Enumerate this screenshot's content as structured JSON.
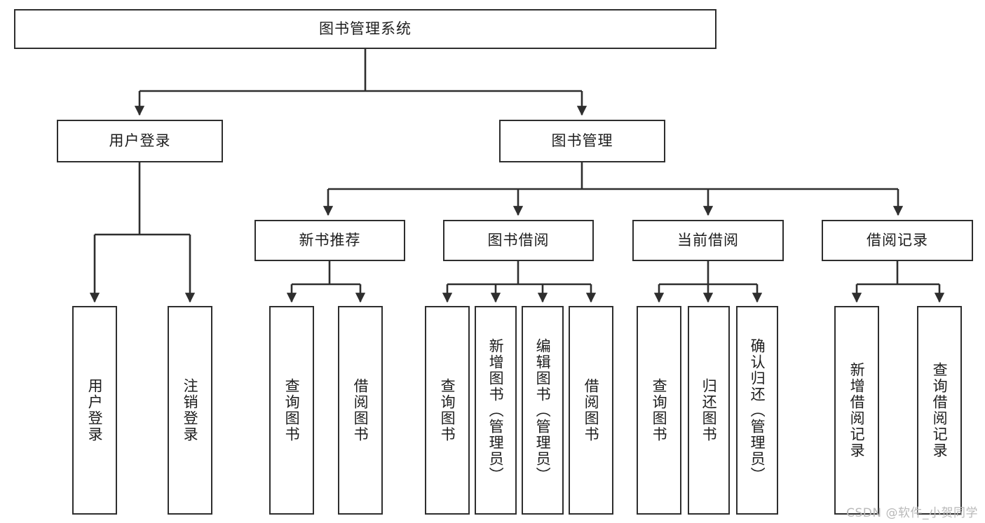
{
  "diagram": {
    "title": "图书管理系统",
    "type": "tree-hierarchy-chart",
    "root": {
      "label": "图书管理系统"
    },
    "level2": [
      {
        "label": "用户登录"
      },
      {
        "label": "图书管理"
      }
    ],
    "level3": [
      {
        "label": "新书推荐"
      },
      {
        "label": "图书借阅"
      },
      {
        "label": "当前借阅"
      },
      {
        "label": "借阅记录"
      }
    ],
    "leaves": {
      "user_login": [
        {
          "label": "用户登录"
        },
        {
          "label": "注销登录"
        }
      ],
      "new_book_recommend": [
        {
          "label": "查询图书"
        },
        {
          "label": "借阅图书"
        }
      ],
      "book_borrow": [
        {
          "label": "查询图书"
        },
        {
          "label": "新增图书（管理员）"
        },
        {
          "label": "编辑图书（管理员）"
        },
        {
          "label": "借阅图书"
        }
      ],
      "current_borrow": [
        {
          "label": "查询图书"
        },
        {
          "label": "归还图书"
        },
        {
          "label": "确认归还（管理员）"
        }
      ],
      "borrow_record": [
        {
          "label": "新增借阅记录"
        },
        {
          "label": "查询借阅记录"
        }
      ]
    }
  },
  "watermark": {
    "text": "CSDN @软件_小贺同学"
  },
  "colors": {
    "stroke": "#2e2e2e",
    "fill": "#ffffff",
    "text": "#1d1d1d",
    "watermark": "#b9b9b9"
  }
}
